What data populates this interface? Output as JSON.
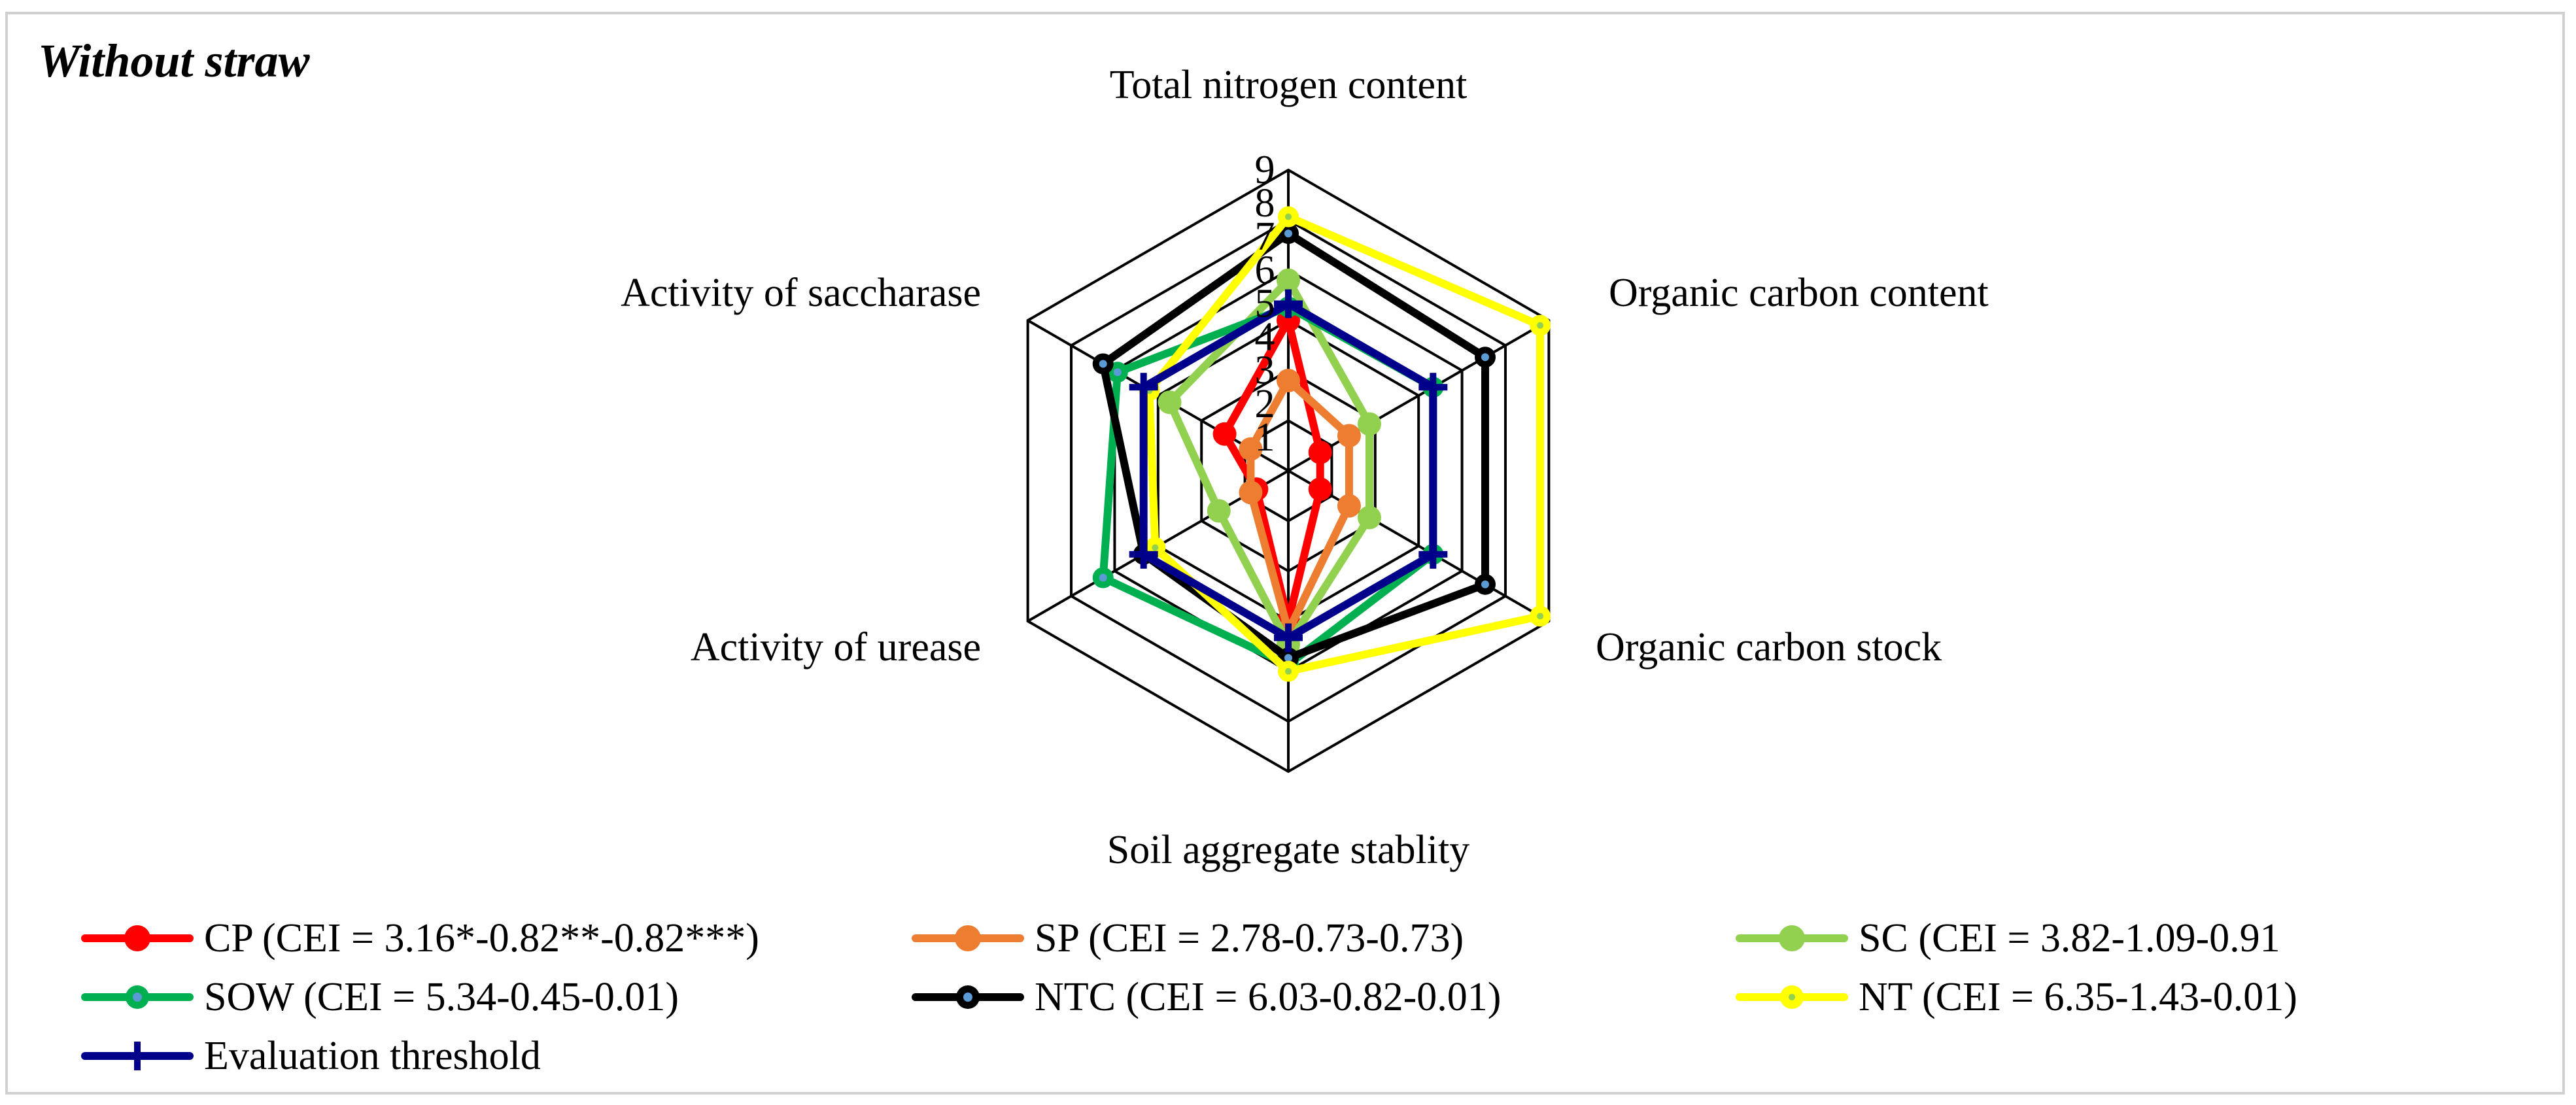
{
  "panel_title": "Without straw",
  "chart_data": {
    "type": "radar",
    "axes": [
      "Total nitrogen content",
      "Organic carbon content",
      "Organic carbon stock",
      "Soil aggregate stablity",
      "Activity of urease",
      "Activity of saccharase"
    ],
    "ticks": [
      1,
      2,
      3,
      4,
      5,
      6,
      7,
      8,
      9
    ],
    "range": [
      0,
      9
    ],
    "grid": true,
    "legend_position": "bottom",
    "series": [
      {
        "name": "CP (CEI = 3.16*-0.82**-0.82***)",
        "color": "#ff0000",
        "marker": "dot",
        "values": [
          4.5,
          1.1,
          1.1,
          4.5,
          1.1,
          2.2
        ]
      },
      {
        "name": "SP (CEI = 2.78-0.73-0.73)",
        "color": "#ed7d31",
        "marker": "dot",
        "values": [
          2.7,
          2.1,
          2.1,
          4.8,
          1.3,
          1.3
        ]
      },
      {
        "name": "SC (CEI = 3.82-1.09-0.91",
        "color": "#92d050",
        "marker": "dot",
        "values": [
          5.7,
          2.8,
          2.8,
          5.2,
          2.4,
          4.1
        ]
      },
      {
        "name": "SOW (CEI = 5.34-0.45-0.01)",
        "color": "#00b050",
        "marker": "ring",
        "values": [
          4.9,
          5.0,
          5.0,
          5.8,
          6.4,
          5.9
        ]
      },
      {
        "name": "NTC (CEI = 6.03-0.82-0.01)",
        "color": "#000000",
        "marker": "ring",
        "values": [
          7.1,
          6.8,
          6.8,
          5.6,
          5.0,
          6.4
        ]
      },
      {
        "name": "NT (CEI = 6.35-1.43-0.01)",
        "color": "#ffff00",
        "marker": "ringdot",
        "values": [
          7.6,
          8.7,
          8.7,
          6.0,
          4.6,
          4.8
        ]
      },
      {
        "name": "Evaluation threshold",
        "color": "#00008b",
        "marker": "plus",
        "values": [
          5.0,
          5.0,
          5.0,
          5.0,
          5.0,
          5.0
        ]
      }
    ]
  }
}
